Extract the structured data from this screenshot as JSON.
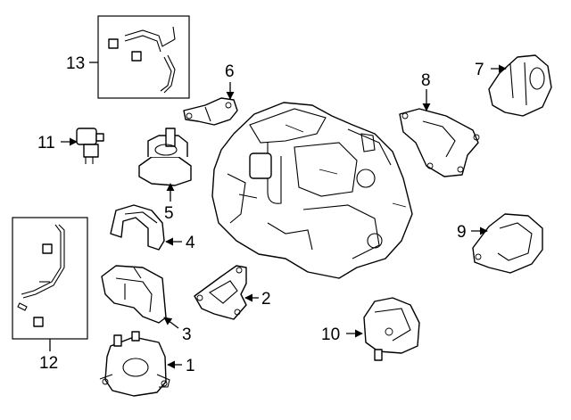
{
  "diagram": {
    "callouts": [
      {
        "id": "1",
        "text": "1"
      },
      {
        "id": "2",
        "text": "2"
      },
      {
        "id": "3",
        "text": "3"
      },
      {
        "id": "4",
        "text": "4"
      },
      {
        "id": "5",
        "text": "5"
      },
      {
        "id": "6",
        "text": "6"
      },
      {
        "id": "7",
        "text": "7"
      },
      {
        "id": "8",
        "text": "8"
      },
      {
        "id": "9",
        "text": "9"
      },
      {
        "id": "10",
        "text": "10"
      },
      {
        "id": "11",
        "text": "11"
      },
      {
        "id": "12",
        "text": "12"
      },
      {
        "id": "13",
        "text": "13"
      }
    ]
  },
  "colors": {
    "line": "#000000",
    "background": "#ffffff"
  }
}
